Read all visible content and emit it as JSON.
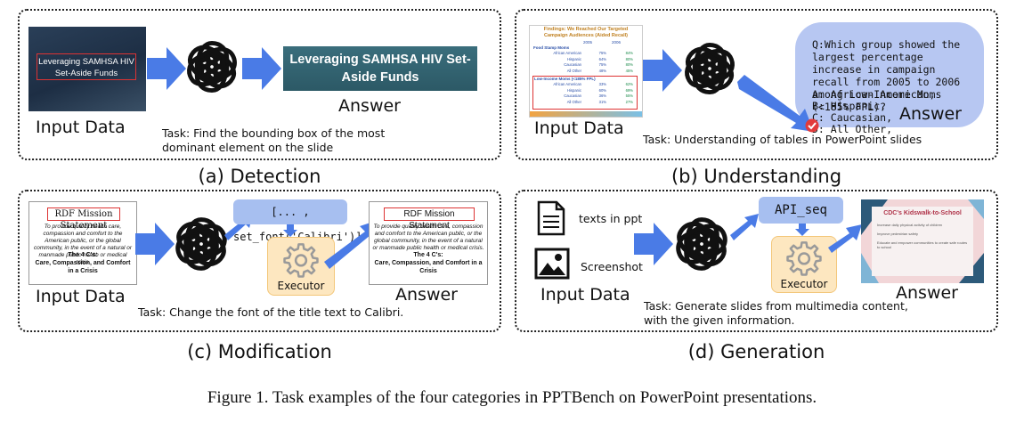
{
  "panels": {
    "detection": {
      "caption": "(a) Detection",
      "input_label": "Input Data",
      "answer_label": "Answer",
      "task": "Task: Find the bounding box of the most dominant element on the slide",
      "slide_title": "Leveraging SAMHSA HIV Set-Aside Funds",
      "answer_title": "Leveraging SAMHSA HIV Set-Aside Funds"
    },
    "understanding": {
      "caption": "(b) Understanding",
      "input_label": "Input Data",
      "answer_label": "Answer",
      "task": "Task: Understanding of tables in PowerPoint slides",
      "slide_title": "Findings: We Reached Our Targeted Campaign Audiences (Aided Recall)",
      "table_cols": [
        "2005",
        "2006"
      ],
      "table_group_1": "Food Stamp Moms",
      "table_rows_1": [
        [
          "African American",
          "75%",
          "84%"
        ],
        [
          "Hispanic",
          "64%",
          "80%"
        ],
        [
          "Caucasian",
          "75%",
          "80%"
        ],
        [
          "All Other",
          "48%",
          "45%"
        ]
      ],
      "table_group_2": "Low-Income Moms (<185% FPL)",
      "table_rows_2": [
        [
          "African American",
          "33%",
          "62%"
        ],
        [
          "Hispanic",
          "60%",
          "69%"
        ],
        [
          "Caucasian",
          "36%",
          "55%"
        ],
        [
          "All Other",
          "31%",
          "27%"
        ]
      ],
      "question": "Q:Which group showed the largest percentage increase in campaign recall from 2005 to 2006 among Low-Income Moms (<185% FPL)?",
      "options": [
        "A: African American,",
        "B: Hispanic,",
        "C: Caucasian,",
        "D: All Other,"
      ]
    },
    "modification": {
      "caption": "(c) Modification",
      "input_label": "Input Data",
      "answer_label": "Answer",
      "task": "Task: Change the font of the title text to Calibri.",
      "api_call": "[... , set_font('Calibri')]",
      "executor_label": "Executor",
      "slide_title": "RDF Mission Statement",
      "slide_body": "To provide quality health care, compassion and comfort to the American public, or the global community, in the event of a natural or manmade public health or medical crisis.",
      "slide_heading": "The 4 C's:",
      "slide_sub": "Care, Compassion, and Comfort in a Crisis"
    },
    "generation": {
      "caption": "(d) Generation",
      "input_label": "Input Data",
      "answer_label": "Answer",
      "task": "Task: Generate slides from multimedia content, with the given information.",
      "text_input": "texts in ppt",
      "image_input": "Screenshot",
      "api_call": "API_seq",
      "executor_label": "Executor",
      "slide_title": "CDC's Kidswalk-to-School",
      "slide_bullets": [
        "Increase daily physical activity of children",
        "Improve pedestrian safety",
        "Educate and empower communities to create safe routes to school"
      ]
    }
  },
  "figure_caption": "Figure 1. Task examples of the four categories in PPTBench on PowerPoint presentations.",
  "colors": {
    "arrow": "#4a7be6",
    "bubble": "#b7c7f2",
    "api": "#a7bff0",
    "executor": "#fde7c0",
    "highlight": "#dd3333"
  },
  "icons": [
    "openai-logo-icon",
    "gear-icon",
    "document-icon",
    "image-icon",
    "check-icon"
  ]
}
